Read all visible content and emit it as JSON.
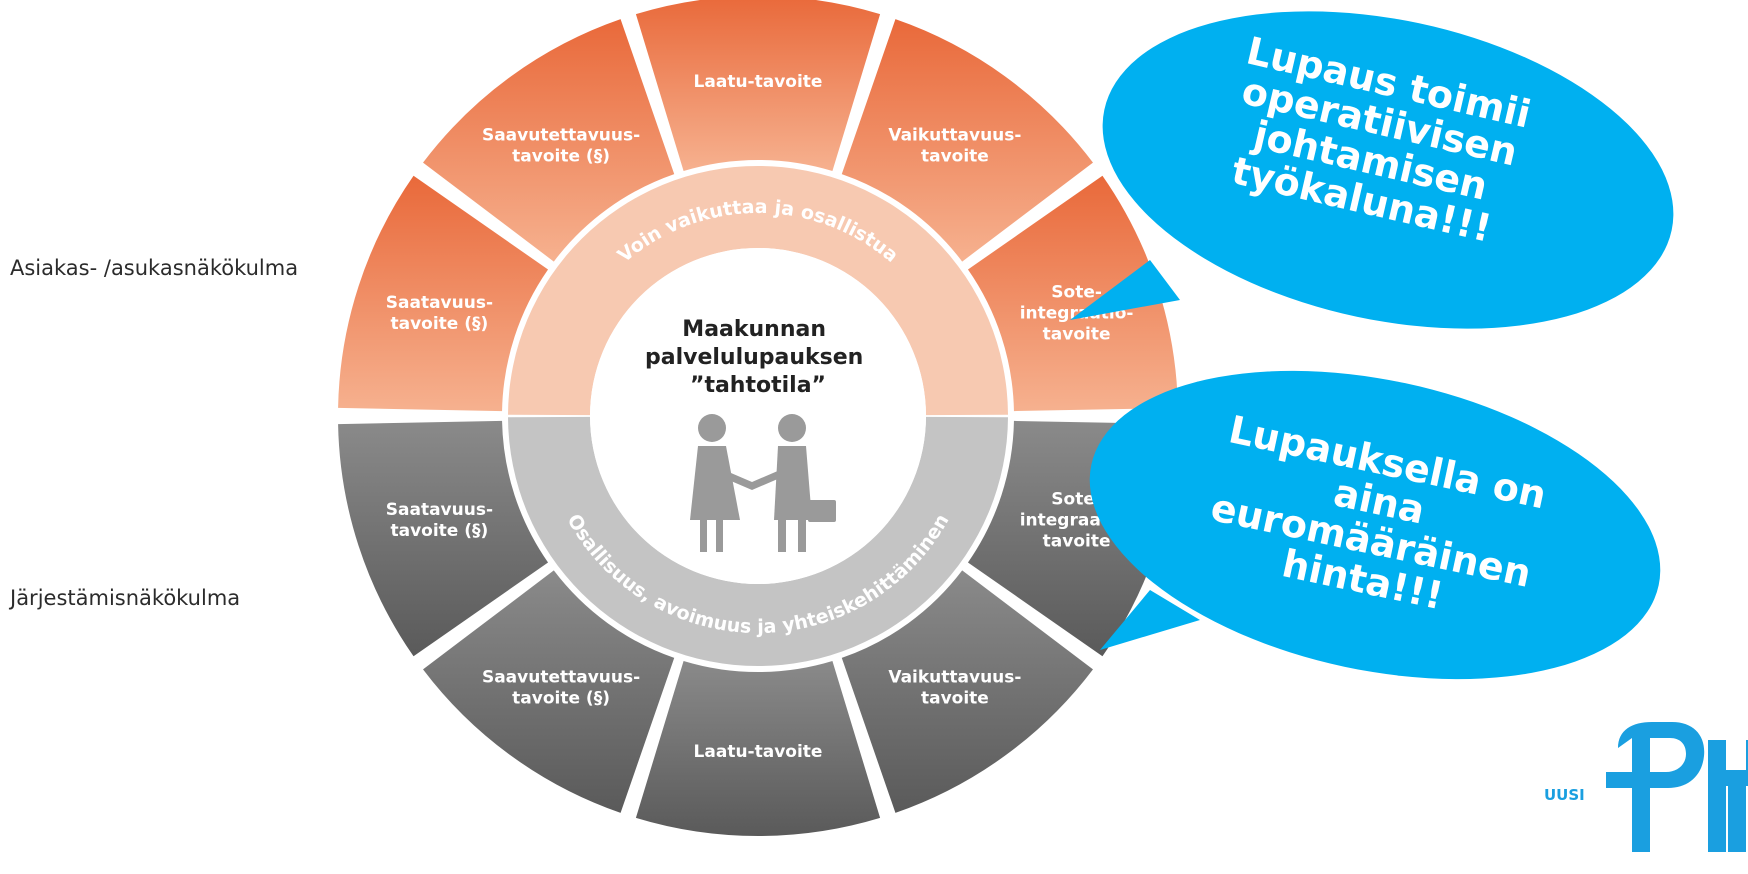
{
  "side_labels": {
    "asiakas": "Asiakas- /asukasnäkökulma",
    "jarjestamis": "Järjestämisnäkökulma"
  },
  "wheel": {
    "center_lines": [
      "Maakunnan",
      "palvelulupauksen",
      "”tahtotila”"
    ],
    "upper_ring_text": "Voin vaikuttaa ja osallistua",
    "lower_ring_text": "Osallisuus, avoimuus ja yhteiskehittäminen",
    "upper_segments": [
      {
        "lines": [
          "Saatavuus-",
          "tavoite (§)"
        ]
      },
      {
        "lines": [
          "Saavutettavuus-",
          "tavoite (§)"
        ]
      },
      {
        "lines": [
          "Laatu-tavoite"
        ]
      },
      {
        "lines": [
          "Vaikuttavuus-",
          "tavoite"
        ]
      },
      {
        "lines": [
          "Sote-",
          "integraatio-",
          "tavoite"
        ]
      }
    ],
    "lower_segments": [
      {
        "lines": [
          "Sote-",
          "integraatio-",
          "tavoite"
        ]
      },
      {
        "lines": [
          "Vaikuttavuus-",
          "tavoite"
        ]
      },
      {
        "lines": [
          "Laatu-tavoite"
        ]
      },
      {
        "lines": [
          "Saavutettavuus-",
          "tavoite (§)"
        ]
      },
      {
        "lines": [
          "Saatavuus-",
          "tavoite (§)"
        ]
      }
    ],
    "colors": {
      "upper_outer": "#ec7a45",
      "upper_outer_light": "#f3a47e",
      "upper_ring": "#f7c9b1",
      "lower_outer": "#7d7d7d",
      "lower_outer_dark": "#5e5e5e",
      "lower_ring": "#c4c4c4",
      "figure": "#9a9a9a"
    }
  },
  "bubbles": [
    {
      "lines": [
        "Lupaus toimii",
        "operatiivisen",
        "johtamisen",
        "työkaluna!!!"
      ],
      "color": "#00b0f0"
    },
    {
      "lines": [
        "Lupauksella on",
        "aina",
        "euromääräinen",
        "hinta!!!"
      ],
      "color": "#00b0f0"
    }
  ],
  "logo": {
    "text": "UUSI",
    "color": "#1a9fe0",
    "mark": "PH"
  }
}
